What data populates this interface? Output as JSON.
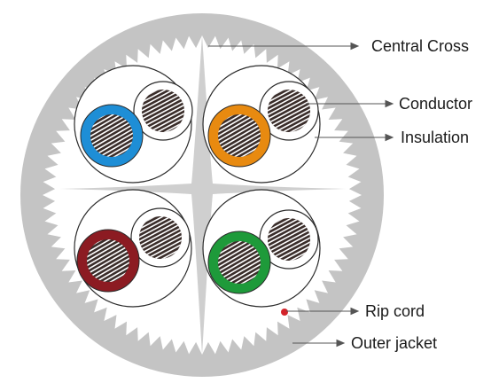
{
  "labels": {
    "central_cross": "Central Cross",
    "conductor": "Conductor",
    "insulation": "Insulation",
    "rip_cord": "Rip cord",
    "outer_jacket": "Outer jacket"
  },
  "colors": {
    "jacket": "#c4c4c4",
    "cross": "#cfcfcf",
    "pair_1": "#1e8ed6",
    "pair_2": "#e88a10",
    "pair_3": "#8c1b22",
    "pair_4": "#1e9a3a",
    "rip_cord": "#d3232a",
    "conductor": "#3a2d2a"
  },
  "pairs": [
    {
      "name": "pair-top-left",
      "color_key": "pair_1"
    },
    {
      "name": "pair-top-right",
      "color_key": "pair_2"
    },
    {
      "name": "pair-bottom-left",
      "color_key": "pair_3"
    },
    {
      "name": "pair-bottom-right",
      "color_key": "pair_4"
    }
  ]
}
